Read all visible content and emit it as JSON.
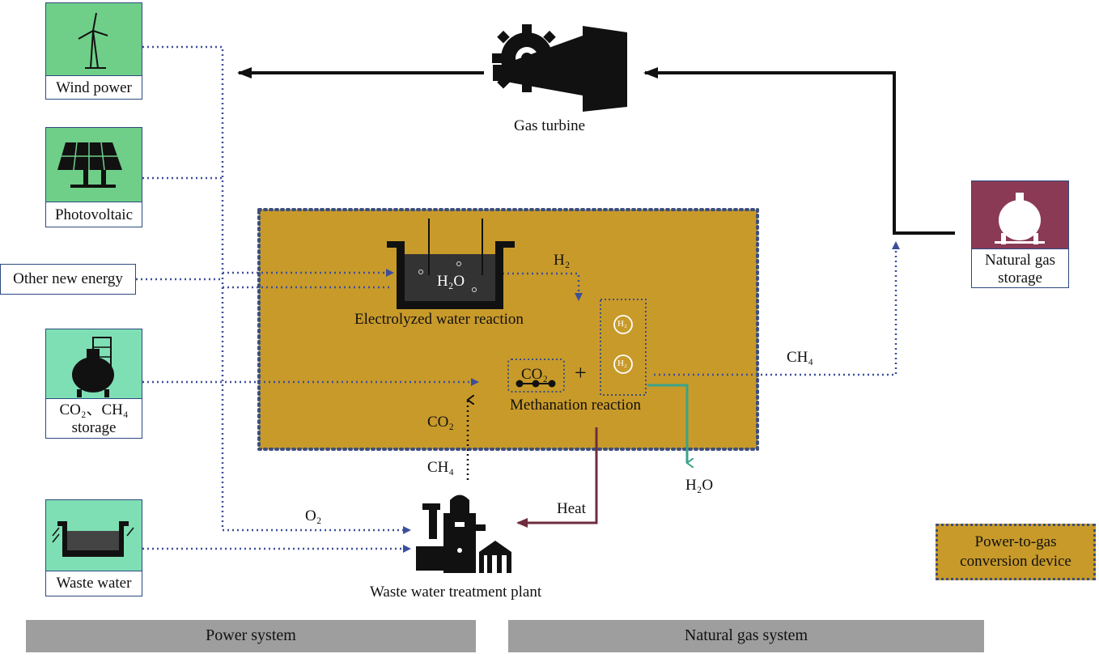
{
  "nodes": {
    "wind": {
      "label": "Wind power"
    },
    "pv": {
      "label": "Photovoltaic"
    },
    "other": {
      "label": "Other new energy"
    },
    "co2_ch4": {
      "line1": "CO₂、CH₄",
      "line2": "storage"
    },
    "waste_water": {
      "label": "Waste water"
    },
    "ng_storage": {
      "line1": "Natural gas",
      "line2": "storage"
    },
    "gas_turbine": {
      "label": "Gas turbine"
    },
    "electrolysis": {
      "label": "Electrolyzed water reaction",
      "water": "H₂O"
    },
    "methanation": {
      "label": "Methanation reaction",
      "co2": "CO₂",
      "plus": "+",
      "h2": "H₂"
    },
    "wwtp": {
      "label": "Waste water treatment plant"
    }
  },
  "flows": {
    "h2": "H₂",
    "ch4_out": "CH₄",
    "co2_in": "CO₂",
    "ch4_in": "CH₄",
    "h2o_out": "H₂O",
    "o2": "O₂",
    "heat": "Heat"
  },
  "legend": {
    "line1": "Power-to-gas",
    "line2": "conversion device"
  },
  "bars": {
    "power": "Power system",
    "gas": "Natural gas system"
  },
  "colors": {
    "green_box": "#6fcf89",
    "mint_box": "#7fdfb4",
    "p2g_fill": "#c89a2a",
    "ng_storage": "#8a3a55",
    "dotted_link": "#3d4f9c",
    "heat": "#6e2d3e",
    "water": "#3aa38a",
    "bar": "#9e9e9e"
  }
}
